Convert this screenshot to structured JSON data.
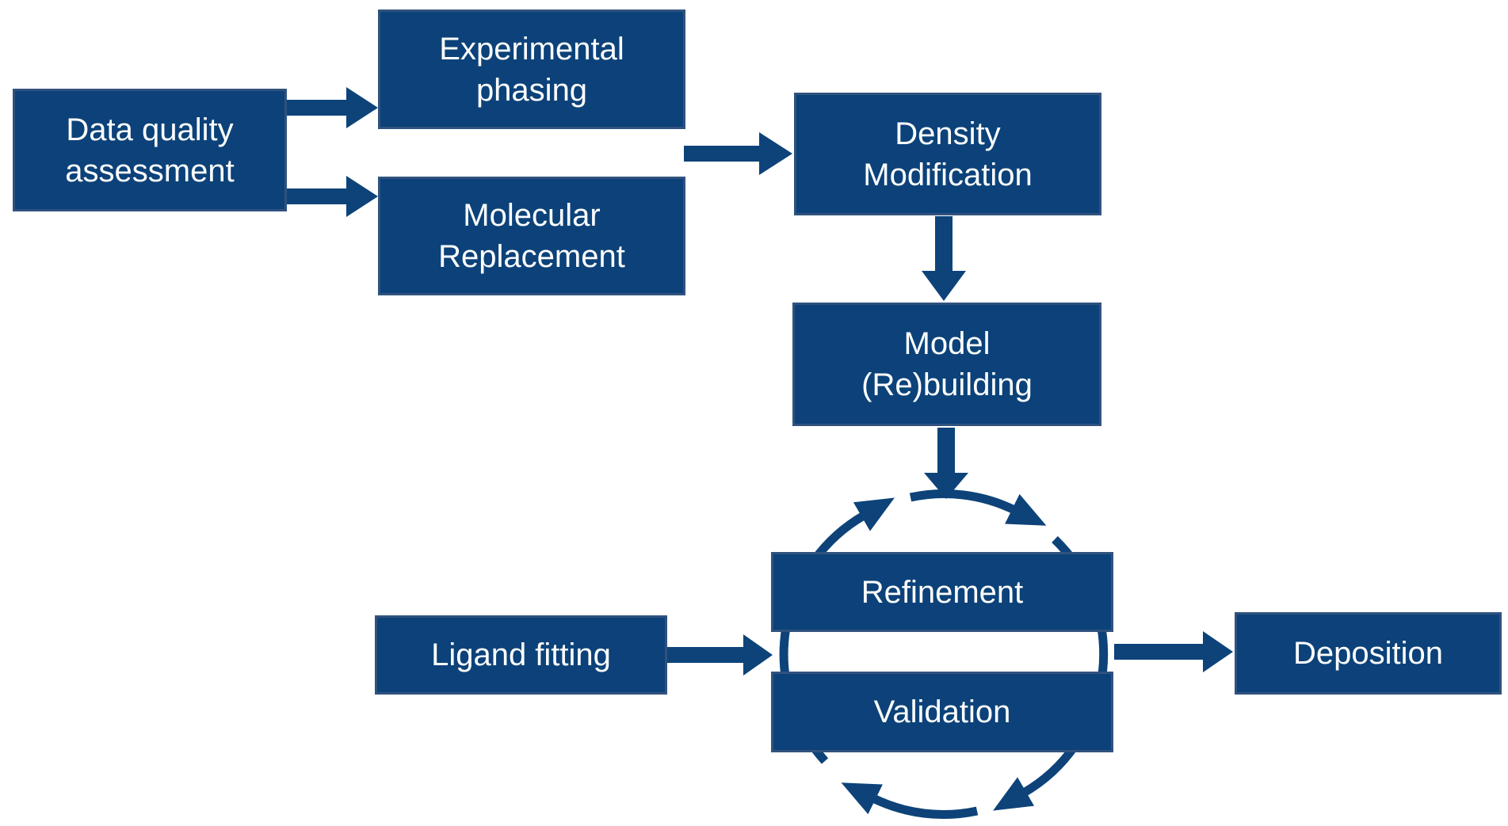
{
  "diagram": {
    "background": "#FFFFFF",
    "node_fill": "#0C4279",
    "node_border": "#30527E",
    "node_text_color": "#FFFFFF",
    "arrow_color": "#0D4379",
    "cycle_direction": "clockwise"
  },
  "nodes": {
    "data_quality": {
      "line1": "Data quality",
      "line2": "assessment"
    },
    "experimental_phasing": {
      "line1": "Experimental",
      "line2": "phasing"
    },
    "molecular_replacement": {
      "line1": "Molecular",
      "line2": "Replacement"
    },
    "density_modification": {
      "line1": "Density",
      "line2": "Modification"
    },
    "model_rebuilding": {
      "line1": "Model",
      "line2": "(Re)building"
    },
    "refinement": {
      "line1": "Refinement"
    },
    "validation": {
      "line1": "Validation"
    },
    "ligand_fitting": {
      "line1": "Ligand fitting"
    },
    "deposition": {
      "line1": "Deposition"
    }
  },
  "connections": [
    {
      "from": "Data quality assessment",
      "to": "Experimental phasing",
      "type": "block-arrow"
    },
    {
      "from": "Data quality assessment",
      "to": "Molecular Replacement",
      "type": "block-arrow"
    },
    {
      "from": "Experimental phasing / Molecular Replacement",
      "to": "Density Modification",
      "type": "block-arrow"
    },
    {
      "from": "Density Modification",
      "to": "Model (Re)building",
      "type": "block-arrow"
    },
    {
      "from": "Model (Re)building",
      "to": "Refinement-Validation cycle",
      "type": "block-arrow"
    },
    {
      "from": "Ligand fitting",
      "to": "Refinement-Validation cycle",
      "type": "block-arrow"
    },
    {
      "from": "Refinement-Validation cycle",
      "to": "Deposition",
      "type": "block-arrow"
    },
    {
      "from": "Refinement",
      "to": "Validation",
      "type": "circular-cycle",
      "description": "clockwise circle of four curved arrows looping between Refinement and Validation"
    }
  ]
}
